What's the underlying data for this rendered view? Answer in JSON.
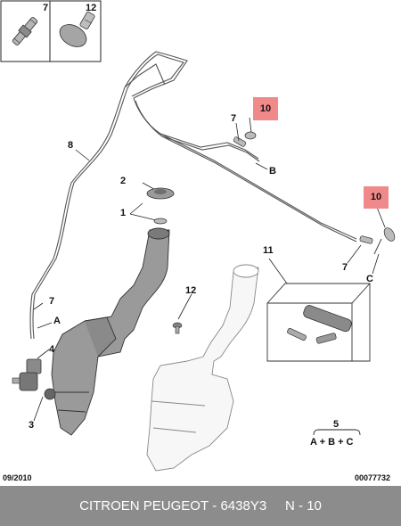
{
  "callouts": {
    "inset_part_a": "7",
    "inset_part_b": "12",
    "hose_main": "8",
    "valve_top_right": "7",
    "plug_top_right": "10",
    "end_b": "B",
    "cap": "2",
    "seal": "1",
    "plug_right": "10",
    "valve_right": "7",
    "end_c": "C",
    "kit": "11",
    "valve_left": "7",
    "end_a": "A",
    "pump": "4",
    "grommet_pump": "3",
    "bung": "12",
    "set": "5",
    "set_formula": "A + B + C"
  },
  "date_code": "09/2010",
  "ref_code": "00077732",
  "footer": {
    "brand": "CITROEN PEUGEOT",
    "separator": " - ",
    "part_number": "6438Y3",
    "position": "N - 10"
  },
  "colors": {
    "highlight": "#f08a8a",
    "footer_bg": "#8c8c8c",
    "part_fill": "#9a9a9a",
    "outline": "#333333"
  }
}
